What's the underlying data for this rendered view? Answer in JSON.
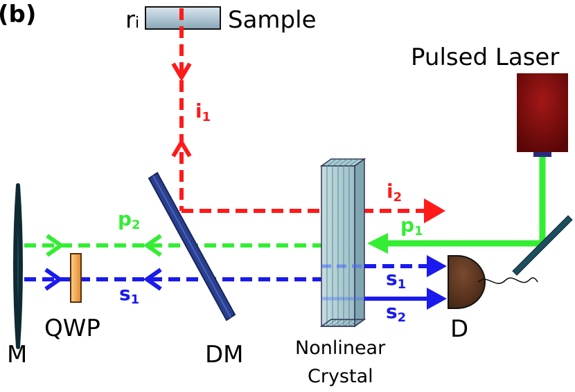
{
  "panel_label": "(b)",
  "labels": {
    "sample": "Sample",
    "r_main": "r",
    "r_sub": "i",
    "pulsed_laser": "Pulsed Laser",
    "i1_main": "i",
    "i1_sub": "1",
    "i2_main": "i",
    "i2_sub": "2",
    "p1_main": "p",
    "p1_sub": "1",
    "p2_main": "p",
    "p2_sub": "2",
    "s1_left_main": "s",
    "s1_left_sub": "1",
    "s1_right_main": "s",
    "s1_right_sub": "1",
    "s2_main": "s",
    "s2_sub": "2",
    "mirror": "M",
    "qwp": "QWP",
    "dm": "DM",
    "crystal_line1": "Nonlinear",
    "crystal_line2": "Crystal",
    "detector": "D"
  },
  "colors": {
    "idler": "#ff1a1a",
    "pump": "#33ee33",
    "signal": "#1a1aee",
    "optics_blue": "#2a3f8f",
    "mirror_teal": "#1d4d5e",
    "laser": "#7a0a0a",
    "detector": "#5a3320",
    "qwp": "#f0a050"
  }
}
